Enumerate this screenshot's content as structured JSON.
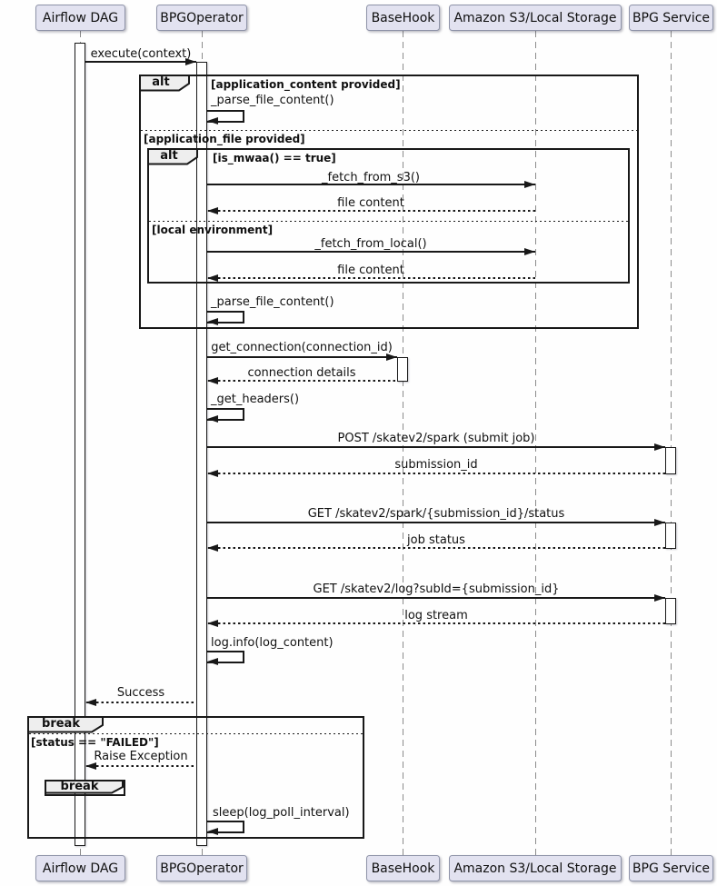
{
  "diagram_type": "uml-sequence-diagram",
  "colors": {
    "participant_fill": "#E2E2F0",
    "participant_border": "#8E93A8",
    "fragment_border": "#181818",
    "fragment_label_fill": "#EEEEEE",
    "line_color": "#181818",
    "lifeline_color": "#8B8B8B",
    "text_color": "#101010"
  },
  "participants": [
    {
      "name": "Airflow DAG"
    },
    {
      "name": "BPGOperator"
    },
    {
      "name": "BaseHook"
    },
    {
      "name": "Amazon S3/Local Storage"
    },
    {
      "name": "BPG Service"
    }
  ],
  "fragments": {
    "outer_alt": {
      "operator": "alt",
      "guard": "[application_content provided]",
      "else_guard": "[application_file provided]"
    },
    "inner_alt": {
      "operator": "alt",
      "guard": "[is_mwaa() == true]",
      "else_guard": "[local environment]"
    },
    "break_outer": {
      "operator": "break",
      "guard": "[status == \"FAILED\"]"
    },
    "break_inner": {
      "operator": "break"
    }
  },
  "messages": [
    {
      "label": "execute(context)",
      "from": "Airflow DAG",
      "to": "BPGOperator",
      "kind": "call"
    },
    {
      "label": "_parse_file_content()",
      "from": "BPGOperator",
      "to": "BPGOperator",
      "kind": "self"
    },
    {
      "label": "_fetch_from_s3()",
      "from": "BPGOperator",
      "to": "Amazon S3/Local Storage",
      "kind": "call"
    },
    {
      "label": "file content",
      "from": "Amazon S3/Local Storage",
      "to": "BPGOperator",
      "kind": "return"
    },
    {
      "label": "_fetch_from_local()",
      "from": "BPGOperator",
      "to": "Amazon S3/Local Storage",
      "kind": "call"
    },
    {
      "label": "file content",
      "from": "Amazon S3/Local Storage",
      "to": "BPGOperator",
      "kind": "return"
    },
    {
      "label": "_parse_file_content()",
      "from": "BPGOperator",
      "to": "BPGOperator",
      "kind": "self"
    },
    {
      "label": "get_connection(connection_id)",
      "from": "BPGOperator",
      "to": "BaseHook",
      "kind": "call"
    },
    {
      "label": "connection details",
      "from": "BaseHook",
      "to": "BPGOperator",
      "kind": "return"
    },
    {
      "label": "_get_headers()",
      "from": "BPGOperator",
      "to": "BPGOperator",
      "kind": "self"
    },
    {
      "label": "POST /skatev2/spark (submit job)",
      "from": "BPGOperator",
      "to": "BPG Service",
      "kind": "call"
    },
    {
      "label": "submission_id",
      "from": "BPG Service",
      "to": "BPGOperator",
      "kind": "return"
    },
    {
      "label": "GET /skatev2/spark/{submission_id}/status",
      "from": "BPGOperator",
      "to": "BPG Service",
      "kind": "call"
    },
    {
      "label": "job status",
      "from": "BPG Service",
      "to": "BPGOperator",
      "kind": "return"
    },
    {
      "label": "GET /skatev2/log?subId={submission_id}",
      "from": "BPGOperator",
      "to": "BPG Service",
      "kind": "call"
    },
    {
      "label": "log stream",
      "from": "BPG Service",
      "to": "BPGOperator",
      "kind": "return"
    },
    {
      "label": "log.info(log_content)",
      "from": "BPGOperator",
      "to": "BPGOperator",
      "kind": "self"
    },
    {
      "label": "Success",
      "from": "BPGOperator",
      "to": "Airflow DAG",
      "kind": "return"
    },
    {
      "label": "Raise Exception",
      "from": "BPGOperator",
      "to": "Airflow DAG",
      "kind": "return"
    },
    {
      "label": "sleep(log_poll_interval)",
      "from": "BPGOperator",
      "to": "BPGOperator",
      "kind": "self"
    }
  ]
}
